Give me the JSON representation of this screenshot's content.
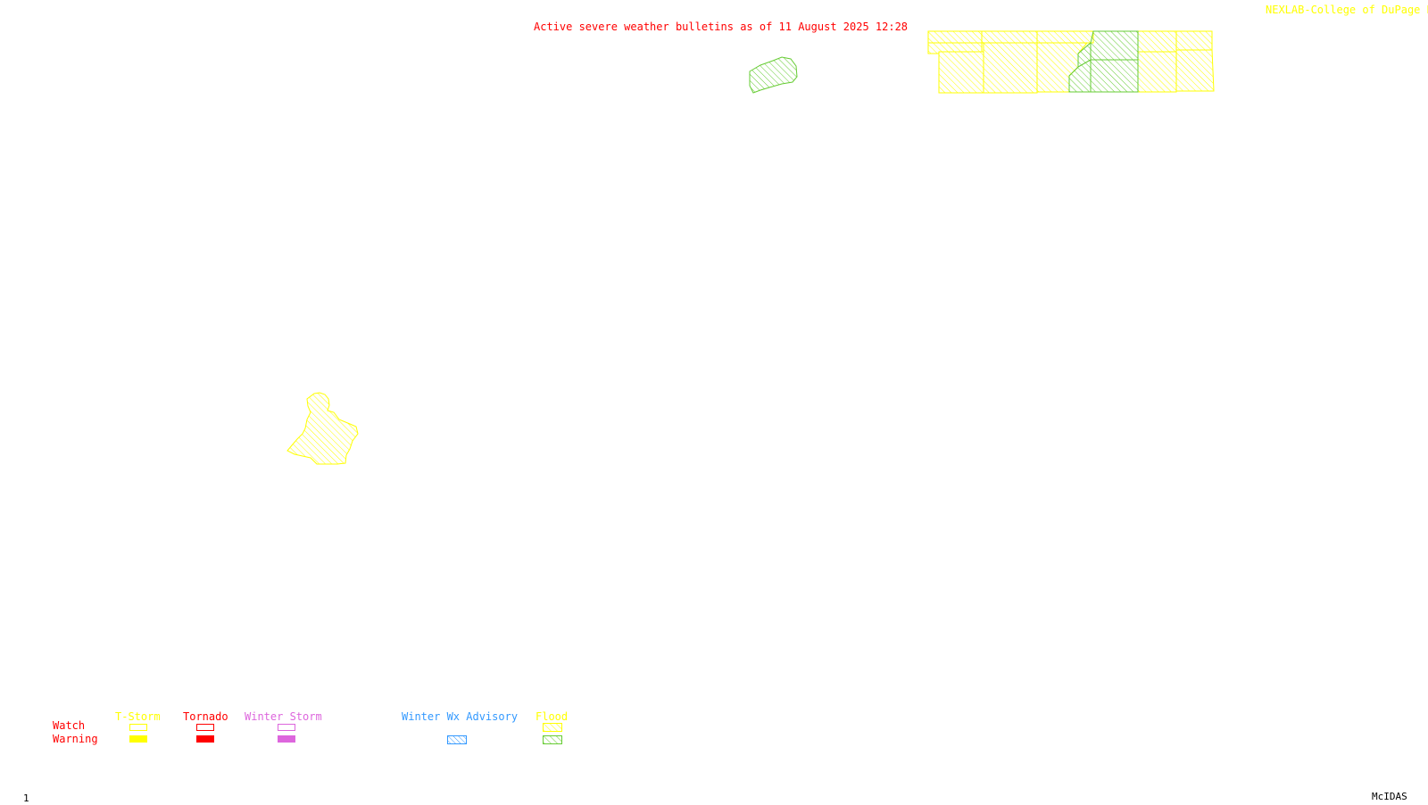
{
  "header": {
    "title": "Active severe weather bulletins as of 11 August 2025 12:28",
    "credit": "NEXLAB-College of DuPage R"
  },
  "legend": {
    "row_watch": "Watch",
    "row_warning": "Warning",
    "categories": [
      {
        "label": "T-Storm",
        "color": "#ffff00"
      },
      {
        "label": "Tornado",
        "color": "#ff0000"
      },
      {
        "label": "Winter Storm",
        "color": "#dd66dd"
      },
      {
        "label": "Winter Wx Advisory",
        "color": "#3399ff"
      },
      {
        "label": "Flood",
        "color": "#ffff00",
        "warning_color": "#66cc33"
      }
    ]
  },
  "colors": {
    "title": "#ff0000",
    "credit": "#ffff00",
    "flood_watch": "#ffff00",
    "flood_warning": "#66cc33",
    "footer": "#000000"
  },
  "footer": {
    "frame": "1",
    "brand": "McIDAS"
  }
}
